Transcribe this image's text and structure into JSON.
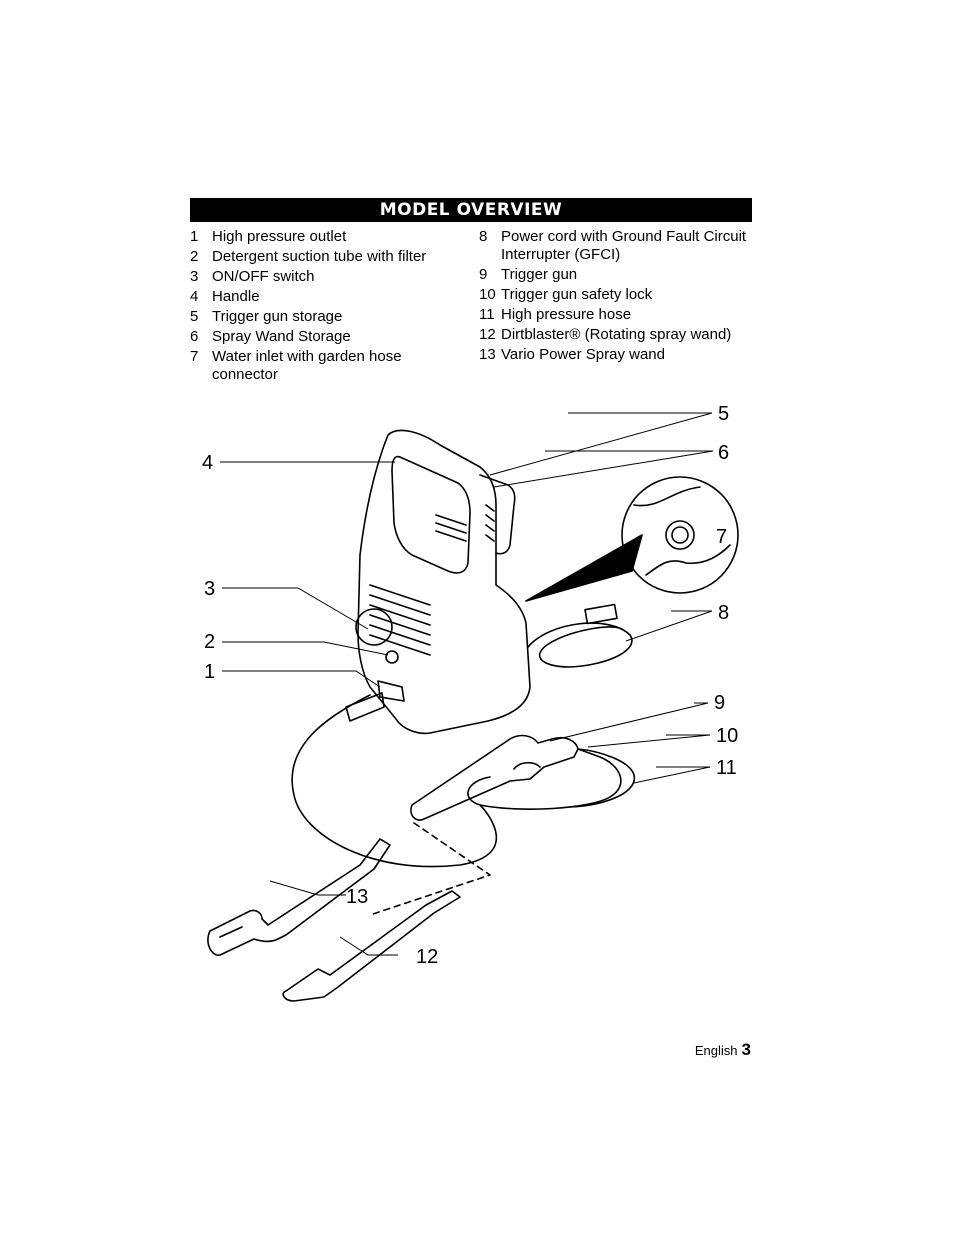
{
  "header": {
    "title": "MODEL OVERVIEW"
  },
  "parts_left": [
    {
      "num": "1",
      "label": "High pressure outlet"
    },
    {
      "num": "2",
      "label": "Detergent suction tube with filter"
    },
    {
      "num": "3",
      "label": "ON/OFF switch"
    },
    {
      "num": "4",
      "label": "Handle"
    },
    {
      "num": "5",
      "label": "Trigger gun storage"
    },
    {
      "num": "6",
      "label": "Spray Wand Storage"
    },
    {
      "num": "7",
      "label": "Water inlet with garden hose connector"
    }
  ],
  "parts_right": [
    {
      "num": "8",
      "label": "Power cord with Ground Fault Circuit Interrupter (GFCI)"
    },
    {
      "num": "9",
      "label": "Trigger gun"
    },
    {
      "num": "10",
      "label": "Trigger gun safety lock"
    },
    {
      "num": "11",
      "label": "High pressure hose"
    },
    {
      "num": "12",
      "label": "Dirtblaster® (Rotating spray wand)"
    },
    {
      "num": "13",
      "label": "Vario Power Spray wand"
    }
  ],
  "callouts": [
    "1",
    "2",
    "3",
    "4",
    "5",
    "6",
    "7",
    "8",
    "9",
    "10",
    "11",
    "12",
    "13"
  ],
  "footer": {
    "language": "English",
    "page": "3"
  }
}
